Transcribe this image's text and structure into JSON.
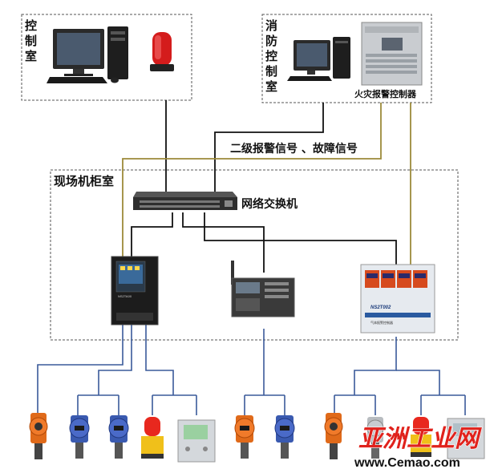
{
  "rooms": {
    "control_room": "控\n制\n室",
    "fire_control_room": "消\n防\n控\n制\n室",
    "field_cabinet_room": "现场机柜室"
  },
  "labels": {
    "fire_alarm_controller": "火灾报警控制器",
    "alarm_signal": "二级报警信号 、故障信号",
    "network_switch": "网络交换机"
  },
  "devices": {
    "control_panel_name": "NS2TA00",
    "controller_name": "NS2T002",
    "controller_subtitle": "气体报警控制器"
  },
  "watermark": {
    "brand": "亚洲工业网",
    "url": "www.Cemao.com"
  },
  "colors": {
    "black_line": "#111111",
    "olive_line": "#9c8a3a",
    "blue_line": "#3a5a9a",
    "dashed_border": "#555555",
    "watermark_red": "#e0221c"
  }
}
